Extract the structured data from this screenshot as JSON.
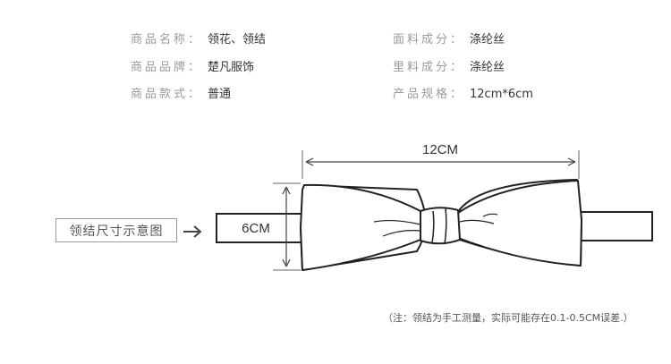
{
  "specs": {
    "left": [
      {
        "label": "商品名称：",
        "value": "领花、领结"
      },
      {
        "label": "商品品牌：",
        "value": "楚凡服饰"
      },
      {
        "label": "商品款式：",
        "value": "普通"
      }
    ],
    "right": [
      {
        "label": "面料成分：",
        "value": "涤纶丝"
      },
      {
        "label": "里料成分：",
        "value": "涤纶丝"
      },
      {
        "label": "产品规格：",
        "value": "12cm*6cm"
      }
    ]
  },
  "diagram": {
    "caption": "领结尺寸示意图",
    "width_label": "12CM",
    "height_label": "6CM",
    "arrow_icon": "arrow-right-icon"
  },
  "note": "（注：领结为手工测量，实际可能存在0.1-0.5CM误差.）"
}
